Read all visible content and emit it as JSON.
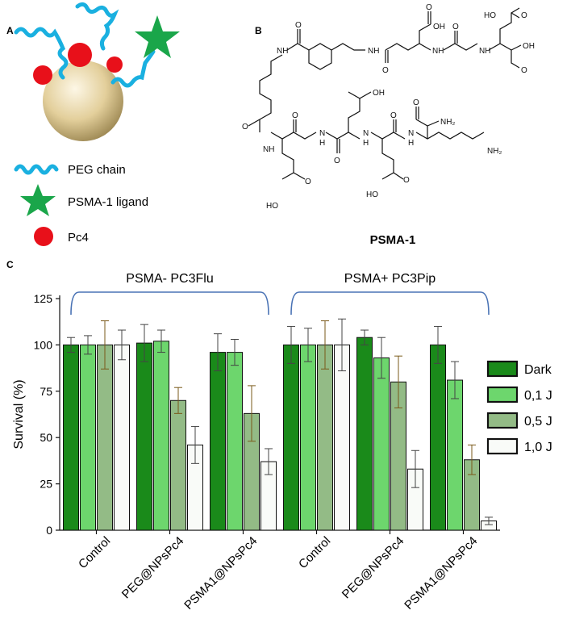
{
  "panels": {
    "a": {
      "letter": "A",
      "legend": [
        {
          "label": "PEG chain",
          "icon": "wave-icon"
        },
        {
          "label": "PSMA-1 ligand",
          "icon": "star-icon"
        },
        {
          "label": "Pc4",
          "icon": "circle-icon"
        }
      ]
    },
    "b": {
      "letter": "B",
      "structure_name": "PSMA-1",
      "atom_labels": {
        "nh": "NH",
        "n_h": "N",
        "h": "H",
        "o": "O",
        "oh": "OH",
        "ho": "HO",
        "nh2": "NH₂"
      }
    },
    "c": {
      "letter": "C"
    }
  },
  "colors": {
    "dark": "#1a8a1a",
    "j01": "#6dd66d",
    "j05": "#93bb86",
    "j10": "#f9fbf8",
    "bracket": "#4a73b5",
    "peg": "#1ab0e0",
    "star": "#1aa64a",
    "pc4": "#e8101a"
  },
  "chart_data": {
    "type": "bar",
    "title": "",
    "xlabel": "",
    "ylabel": "Survival (%)",
    "ylim": [
      0,
      125
    ],
    "yticks": [
      0,
      25,
      50,
      75,
      100,
      125
    ],
    "grid": false,
    "legend_position": "right",
    "groups": [
      {
        "label": "PSMA- PC3Flu",
        "categories": [
          0,
          1,
          2
        ]
      },
      {
        "label": "PSMA+ PC3Pip",
        "categories": [
          3,
          4,
          5
        ]
      }
    ],
    "categories": [
      "Control",
      "PEG@NPsPc4",
      "PSMA1@NPsPc4",
      "Control",
      "PEG@NPsPc4",
      "PSMA1@NPsPc4"
    ],
    "series": [
      {
        "name": "Dark",
        "values": [
          100,
          101,
          96,
          100,
          104,
          100
        ],
        "errors": [
          4,
          10,
          10,
          10,
          4,
          10
        ]
      },
      {
        "name": "0,1 J",
        "values": [
          100,
          102,
          96,
          100,
          93,
          81
        ],
        "errors": [
          5,
          6,
          7,
          9,
          11,
          10
        ]
      },
      {
        "name": "0,5 J",
        "values": [
          100,
          70,
          63,
          100,
          80,
          38
        ],
        "errors": [
          13,
          7,
          15,
          13,
          14,
          8
        ]
      },
      {
        "name": "1,0 J",
        "values": [
          100,
          46,
          37,
          100,
          33,
          5
        ],
        "errors": [
          8,
          10,
          7,
          14,
          10,
          2
        ]
      }
    ]
  }
}
